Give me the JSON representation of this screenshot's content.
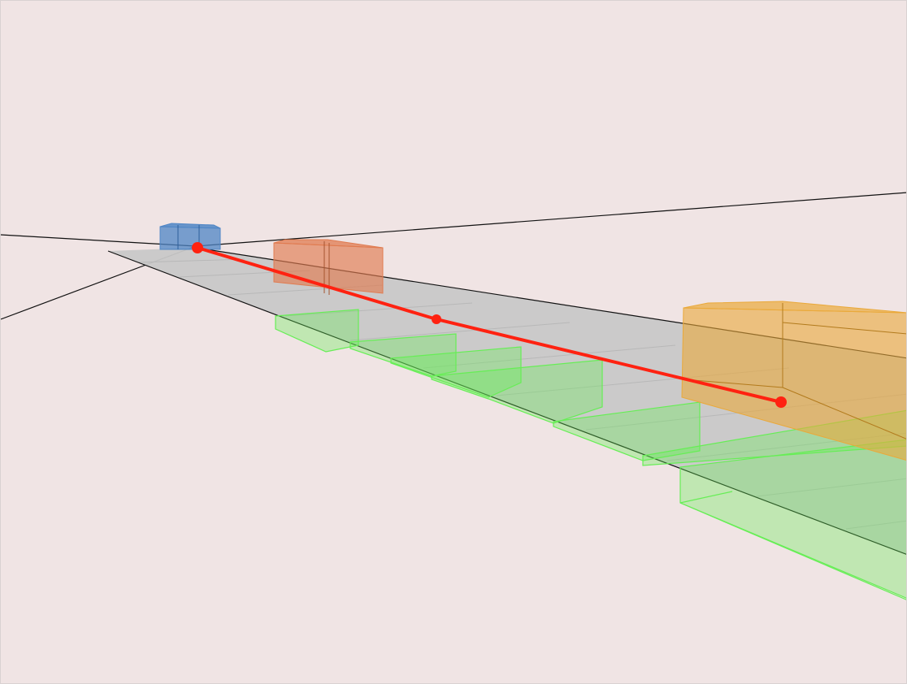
{
  "scene": {
    "background_color": "#f0e4e4",
    "road_color": "#c8c8c8",
    "marker_color": "#66ee55",
    "path_color": "#ff2211",
    "boxes": [
      {
        "name": "blue",
        "color": "#4f86c6"
      },
      {
        "name": "orange",
        "color": "#e07b50"
      },
      {
        "name": "yellow",
        "color": "#eaa93a"
      }
    ],
    "waypoints": 3
  }
}
